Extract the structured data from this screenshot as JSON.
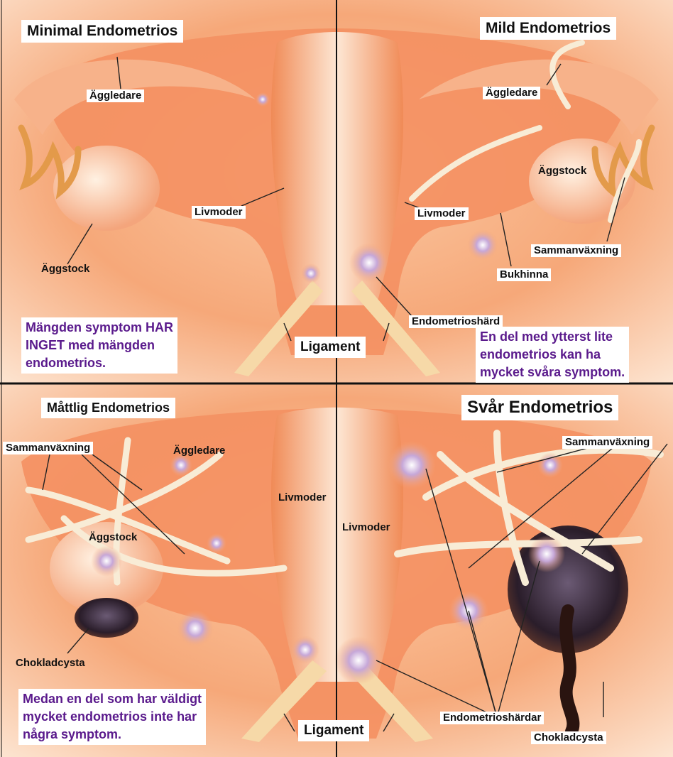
{
  "panels": {
    "top_left": {
      "title": "Minimal Endometrios",
      "labels": {
        "aggledare": "Äggledare",
        "livmoder": "Livmoder",
        "aggstock": "Äggstock"
      },
      "note": [
        "Mängden symptom HAR",
        "INGET med mängden",
        "endometrios."
      ]
    },
    "top_right": {
      "title": "Mild Endometrios",
      "labels": {
        "aggledare": "Äggledare",
        "aggstock": "Äggstock",
        "livmoder": "Livmoder",
        "sammanvaxning": "Sammanväxning",
        "bukhinna": "Bukhinna",
        "endometrioshard": "Endometrioshärd"
      },
      "note": [
        "En del med ytterst lite",
        "endometrios kan ha",
        "mycket svåra symptom."
      ]
    },
    "bottom_left": {
      "title": "Måttlig Endometrios",
      "labels": {
        "aggledare": "Äggledare",
        "sammanvaxning": "Sammanväxning",
        "aggstock": "Äggstock",
        "livmoder": "Livmoder",
        "chokladcysta": "Chokladcysta"
      },
      "note": [
        "Medan en del som har väldigt",
        "mycket endometrios inte har",
        "några symptom."
      ]
    },
    "bottom_right": {
      "title": "Svår Endometrios",
      "labels": {
        "sammanvaxning": "Sammanväxning",
        "livmoder": "Livmoder",
        "endometrioshardar": "Endometrioshärdar",
        "chokladcysta": "Chokladcysta"
      }
    }
  },
  "ligament": {
    "top": "Ligament",
    "bottom": "Ligament"
  },
  "colors": {
    "tissue": "#f39a6a",
    "tissue_light": "#fde2c8",
    "adhesion": "#f8ecd6",
    "cyst": "#2a1d2a",
    "note_text": "#5a1a8c"
  }
}
